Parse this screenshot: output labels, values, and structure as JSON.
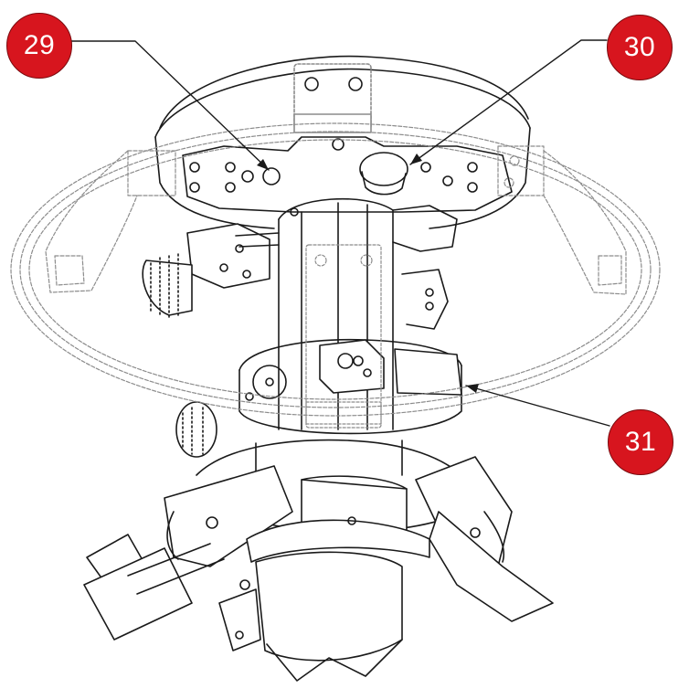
{
  "callouts": [
    {
      "id": "29",
      "label": "29"
    },
    {
      "id": "30",
      "label": "30"
    },
    {
      "id": "31",
      "label": "31"
    }
  ],
  "colors": {
    "badge_fill": "#d7151e",
    "badge_outline": "#7a0a0e",
    "line": "#1a1a1a",
    "ring": "#8c8c8c",
    "background": "#ffffff"
  },
  "icons": [
    "tripod-head-assembly-illustration"
  ]
}
